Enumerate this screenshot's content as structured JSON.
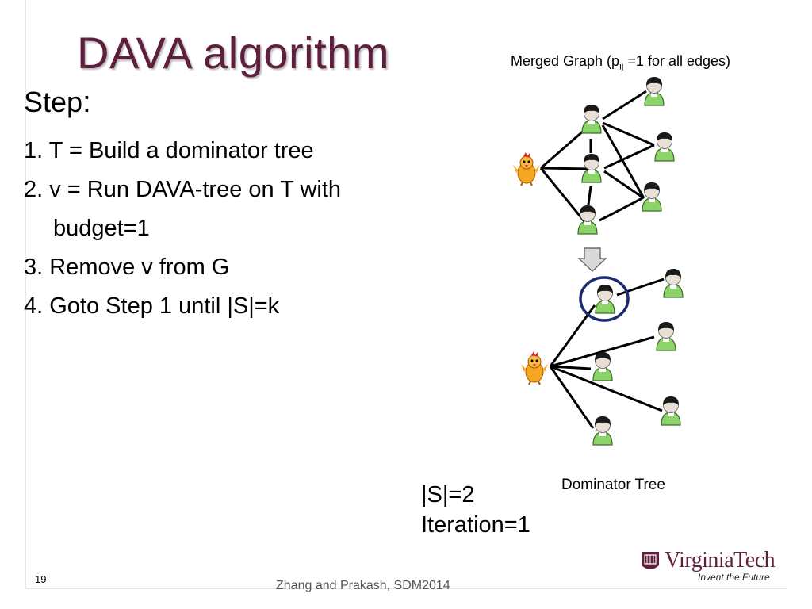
{
  "slide": {
    "title": "DAVA algorithm",
    "step_heading": "Step",
    "step_colon": ":",
    "steps": [
      "1. T = Build a dominator tree",
      "2. v = Run DAVA-tree on T with",
      "budget=1",
      "3. Remove v from G",
      "4. Goto Step 1 until |S|=k"
    ],
    "page_number": "19",
    "author": "Zhang and Prakash, SDM2014"
  },
  "merged_graph": {
    "caption_prefix": "Merged Graph (p",
    "caption_sub": "ij",
    "caption_suffix": " =1 for all edges)"
  },
  "dominator_tree": {
    "caption": "Dominator Tree"
  },
  "state": {
    "s_size": "|S|=2",
    "iteration": "Iteration=1"
  },
  "logo": {
    "name": "VirginiaTech",
    "tagline": "Invent the Future"
  },
  "colors": {
    "title": "#5e1f3c",
    "person_body": "#8cd36a",
    "person_head": "#1a1a1a",
    "highlight_ring": "#1a2a6c",
    "arrow_fill": "#d9d9d9"
  }
}
